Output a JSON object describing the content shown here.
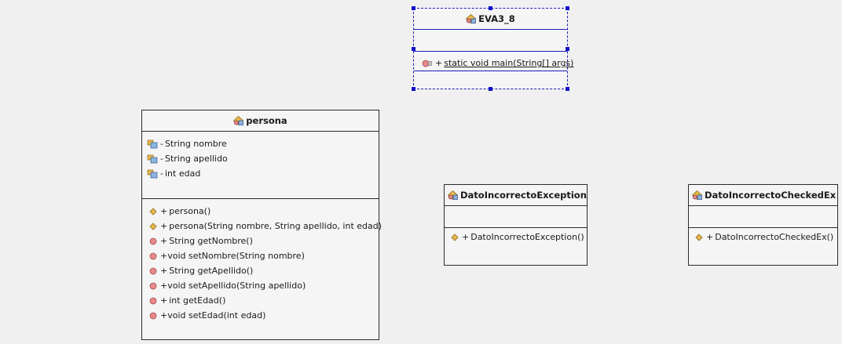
{
  "classes": {
    "main_class": {
      "name": "EVA3_8",
      "methods": [
        {
          "vis": "+",
          "sig": "static void main(String[] args)"
        }
      ]
    },
    "persona": {
      "name": "persona",
      "fields": [
        {
          "vis": "-",
          "sig": "String nombre"
        },
        {
          "vis": "-",
          "sig": "String apellido"
        },
        {
          "vis": "-",
          "sig": "int edad"
        }
      ],
      "constructors": [
        {
          "vis": "+",
          "sig": "persona()"
        },
        {
          "vis": "+",
          "sig": "persona(String nombre, String apellido, int edad)"
        }
      ],
      "methods": [
        {
          "vis": "+",
          "sig": "String getNombre()"
        },
        {
          "vis": "+",
          "sig": "void setNombre(String nombre)"
        },
        {
          "vis": "+",
          "sig": "String getApellido()"
        },
        {
          "vis": "+",
          "sig": "void setApellido(String apellido)"
        },
        {
          "vis": "+",
          "sig": "int getEdad()"
        },
        {
          "vis": "+",
          "sig": "void setEdad(int edad)"
        }
      ]
    },
    "dato_exception": {
      "name": "DatoIncorrectoException",
      "constructors": [
        {
          "vis": "+",
          "sig": "DatoIncorrectoException()"
        }
      ]
    },
    "dato_checked": {
      "name": "DatoIncorrectoCheckedEx",
      "constructors": [
        {
          "vis": "+",
          "sig": "DatoIncorrectoCheckedEx()"
        }
      ]
    }
  },
  "icons": {
    "class": "class-icon",
    "field": "field-icon",
    "constructor": "constructor-icon",
    "method": "method-icon"
  },
  "colors": {
    "background": "#f0f0f0",
    "box_fill": "#f5f5f5",
    "selection": "#1c1cb8",
    "method_icon": "#e8888a",
    "constructor_icon": "#e8b84a"
  }
}
